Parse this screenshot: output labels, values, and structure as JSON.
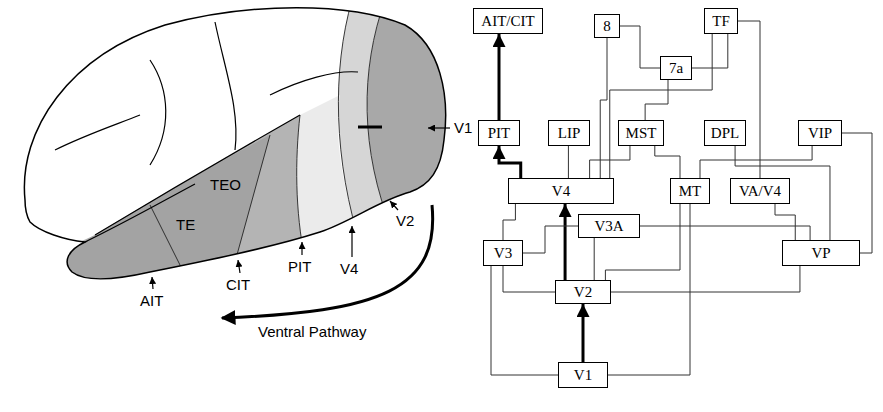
{
  "diagram": {
    "nodes": [
      {
        "text": [
          "AIT/CIT"
        ]
      },
      {
        "text": [
          "8"
        ]
      },
      {
        "text": [
          "TF"
        ]
      },
      {
        "text": [
          "7a"
        ]
      },
      {
        "text": [
          "PIT"
        ]
      },
      {
        "text": [
          "LIP"
        ]
      },
      {
        "text": [
          "MST"
        ]
      },
      {
        "text": [
          "DPL"
        ]
      },
      {
        "text": [
          "VIP"
        ]
      },
      {
        "text": [
          "V4"
        ]
      },
      {
        "text": [
          "MT"
        ]
      },
      {
        "text": [
          "VA/V4"
        ]
      },
      {
        "text": [
          "V3A"
        ]
      },
      {
        "text": [
          "V3"
        ]
      },
      {
        "text": [
          "VP"
        ]
      },
      {
        "text": [
          "V2"
        ]
      },
      {
        "text": [
          "V1"
        ]
      }
    ],
    "edges": [
      {
        "from": 16,
        "to": 15,
        "arrow": "to"
      },
      {
        "from": 15,
        "to": 9,
        "arrow": "to"
      },
      {
        "from": 9,
        "to": 4,
        "arrow": "to"
      },
      {
        "from": 4,
        "to": 0,
        "arrow": "to"
      },
      {
        "from": 16,
        "to": 13,
        "arrow": "none"
      },
      {
        "from": 16,
        "to": 10,
        "arrow": "none"
      },
      {
        "from": 15,
        "to": 13,
        "arrow": "none"
      },
      {
        "from": 15,
        "to": 12,
        "arrow": "none"
      },
      {
        "from": 15,
        "to": 14,
        "arrow": "none"
      },
      {
        "from": 15,
        "to": 10,
        "arrow": "none"
      },
      {
        "from": 13,
        "to": 9,
        "arrow": "none"
      },
      {
        "from": 13,
        "to": 12,
        "arrow": "none"
      },
      {
        "from": 12,
        "to": 14,
        "arrow": "none"
      },
      {
        "from": 9,
        "to": 5,
        "arrow": "none"
      },
      {
        "from": 9,
        "to": 6,
        "arrow": "none"
      },
      {
        "from": 9,
        "to": 1,
        "arrow": "none"
      },
      {
        "from": 9,
        "to": 2,
        "arrow": "none"
      },
      {
        "from": 10,
        "to": 6,
        "arrow": "none"
      },
      {
        "from": 6,
        "to": 3,
        "arrow": "none"
      },
      {
        "from": 3,
        "to": 1,
        "arrow": "none"
      },
      {
        "from": 10,
        "to": 8,
        "arrow": "none"
      },
      {
        "from": 14,
        "to": 7,
        "arrow": "none"
      },
      {
        "from": 14,
        "to": 8,
        "arrow": "none"
      },
      {
        "from": 11,
        "to": 2,
        "arrow": "none"
      },
      {
        "from": 3,
        "to": 2,
        "arrow": "none"
      },
      {
        "from": 11,
        "to": 14,
        "arrow": "none"
      }
    ],
    "labels": [
      "V1",
      "V2",
      "V4",
      "PIT",
      "CIT",
      "AIT",
      "TEO",
      "TE",
      "Ventral Pathway"
    ]
  }
}
